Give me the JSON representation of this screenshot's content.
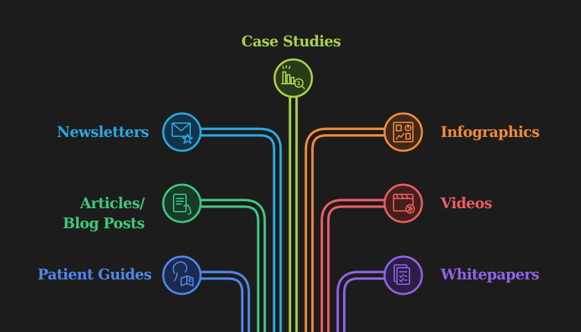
{
  "nodes": {
    "case_studies": {
      "label": "Case Studies",
      "color": "#a8d04a",
      "icon": "chart-magnifier-icon"
    },
    "newsletters": {
      "label": "Newsletters",
      "color": "#2aa8e0",
      "icon": "envelope-star-icon"
    },
    "articles": {
      "label_line1": "Articles/",
      "label_line2": "Blog Posts",
      "color": "#3fc77f",
      "icon": "tablet-hand-icon"
    },
    "patient_guides": {
      "label": "Patient Guides",
      "color": "#4f86ec",
      "icon": "reader-book-icon"
    },
    "infographics": {
      "label": "Infographics",
      "color": "#f08a3c",
      "icon": "infographic-board-icon"
    },
    "videos": {
      "label": "Videos",
      "color": "#ee5c5c",
      "icon": "video-clapper-icon"
    },
    "whitepapers": {
      "label": "Whitepapers",
      "color": "#8f63e8",
      "icon": "stacked-documents-icon"
    }
  }
}
